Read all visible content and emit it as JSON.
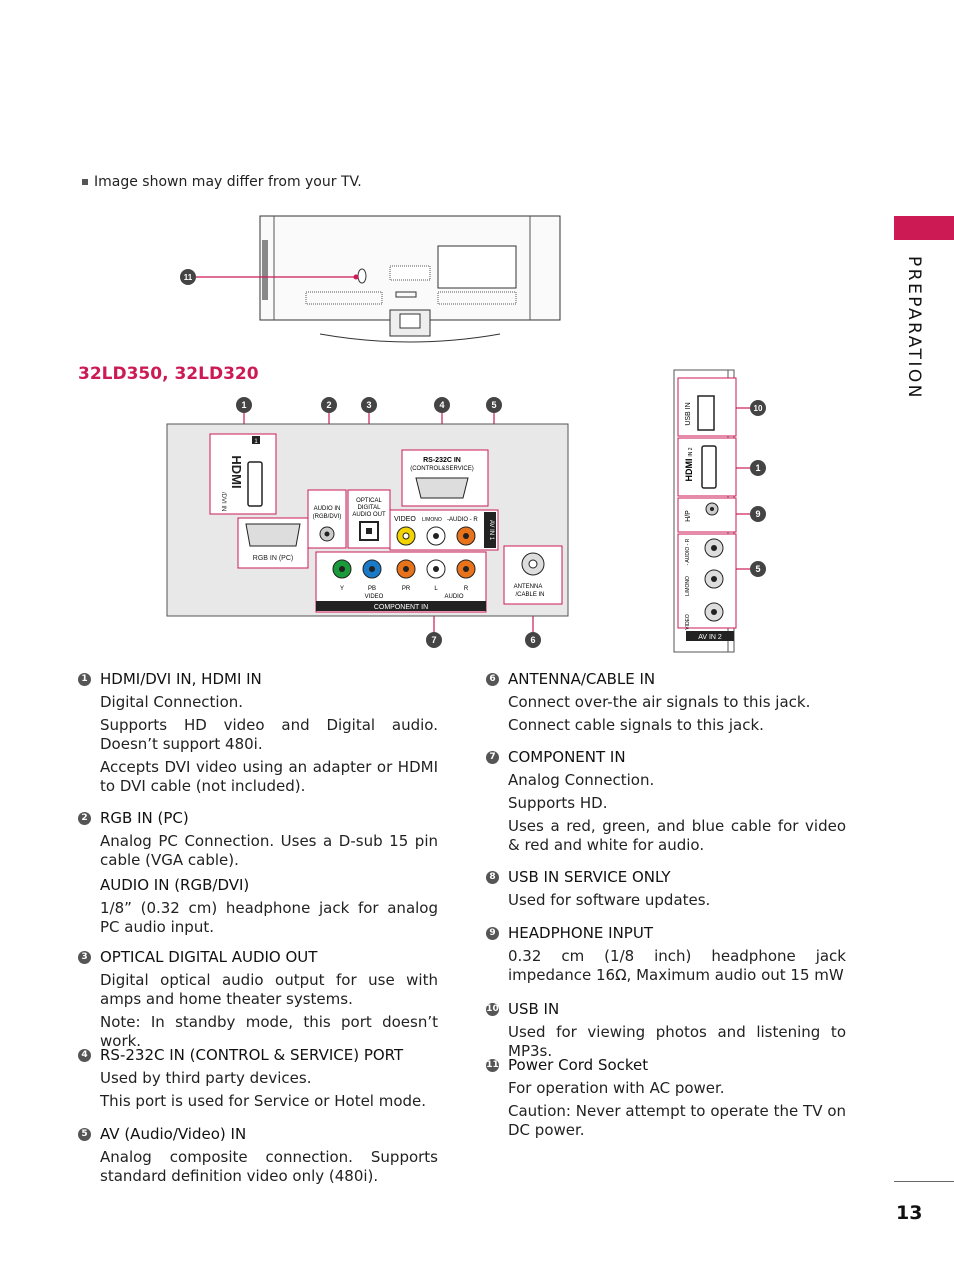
{
  "sidebar": {
    "section_label": "PREPARATION",
    "accent_color": "#cc1a55"
  },
  "page_number": "13",
  "note": "Image shown may differ from your TV.",
  "model_title": "32LD350, 32LD320",
  "diagram": {
    "callouts_top": [
      "1",
      "2",
      "3",
      "4",
      "5"
    ],
    "callouts_bottom": [
      "7",
      "6"
    ],
    "callouts_side": [
      "10",
      "1",
      "9",
      "5"
    ],
    "callout_power": "11",
    "labels": {
      "hdmi_logo": "HDMI",
      "hdmi_dvi_in": "/DVI IN",
      "hdmi_num": "1",
      "rgb_in": "RGB IN (PC)",
      "audio_in_1": "AUDIO IN",
      "audio_in_2": "(RGB/DVI)",
      "optical_1": "OPTICAL",
      "optical_2": "DIGITAL",
      "optical_3": "AUDIO OUT",
      "rs232_1": "RS-232C IN",
      "rs232_2": "(CONTROL&SERVICE)",
      "video": "VIDEO",
      "lmono": "L/MONO",
      "audio_r": "-AUDIO - R",
      "av_in_1": "AV IN 1",
      "y": "Y",
      "pb": "PB",
      "pr": "PR",
      "l": "L",
      "r": "R",
      "video_sub": "VIDEO",
      "audio_sub": "AUDIO",
      "component_in": "COMPONENT IN",
      "antenna_1": "ANTENNA",
      "antenna_2": "/CABLE IN",
      "usb_in": "USB IN",
      "hdmi_in_2": "IN 2",
      "hp": "H/P",
      "side_video": "VIDEO",
      "side_lmono": "L/MONO",
      "side_audio": "- AUDIO - R",
      "av_in_2": "AV IN 2"
    }
  },
  "items_left": [
    {
      "num": "1",
      "title": "HDMI/DVI IN, HDMI IN",
      "paras": [
        "Digital Connection.",
        "Supports HD video and Digital audio. Doesn’t support 480i.",
        "Accepts DVI video using an adapter or HDMI to DVI cable (not included)."
      ]
    },
    {
      "num": "2",
      "title": "RGB IN (PC)",
      "paras": [
        "Analog PC Connection. Uses a D-sub 15 pin cable (VGA cable)."
      ],
      "sub_title": "AUDIO IN (RGB/DVI)",
      "sub_paras": [
        "1/8” (0.32 cm) headphone jack for analog PC audio input."
      ]
    },
    {
      "num": "3",
      "title": "OPTICAL DIGITAL AUDIO OUT",
      "paras": [
        "Digital optical audio output for use with amps and home theater systems.",
        "Note: In standby mode, this port doesn’t work."
      ]
    },
    {
      "num": "4",
      "title": "RS-232C IN (CONTROL & SERVICE) PORT",
      "paras": [
        "Used by third party devices.",
        "This port is used for Service or Hotel mode."
      ]
    },
    {
      "num": "5",
      "title": "AV (Audio/Video) IN",
      "paras": [
        "Analog composite connection. Supports standard definition video only (480i)."
      ]
    }
  ],
  "items_right": [
    {
      "num": "6",
      "title": "ANTENNA/CABLE IN",
      "paras": [
        "Connect over-the air signals to this jack.",
        "Connect cable signals to this jack."
      ]
    },
    {
      "num": "7",
      "title": "COMPONENT IN",
      "paras": [
        "Analog Connection.",
        "Supports HD.",
        "Uses a red, green, and blue cable for video & red and white for audio."
      ]
    },
    {
      "num": "8",
      "title": "USB IN SERVICE ONLY",
      "paras": [
        "Used for software updates."
      ]
    },
    {
      "num": "9",
      "title": "HEADPHONE INPUT",
      "paras": [
        "0.32 cm (1/8 inch)  headphone jack impedance 16Ω, Maximum audio out 15 mW"
      ]
    },
    {
      "num": "10",
      "title": "USB IN",
      "paras": [
        "Used for viewing photos and listening to MP3s."
      ]
    },
    {
      "num": "11",
      "title": "Power Cord Socket",
      "paras": [
        "For operation with AC power.",
        "Caution: Never attempt to operate the TV on DC power."
      ]
    }
  ]
}
